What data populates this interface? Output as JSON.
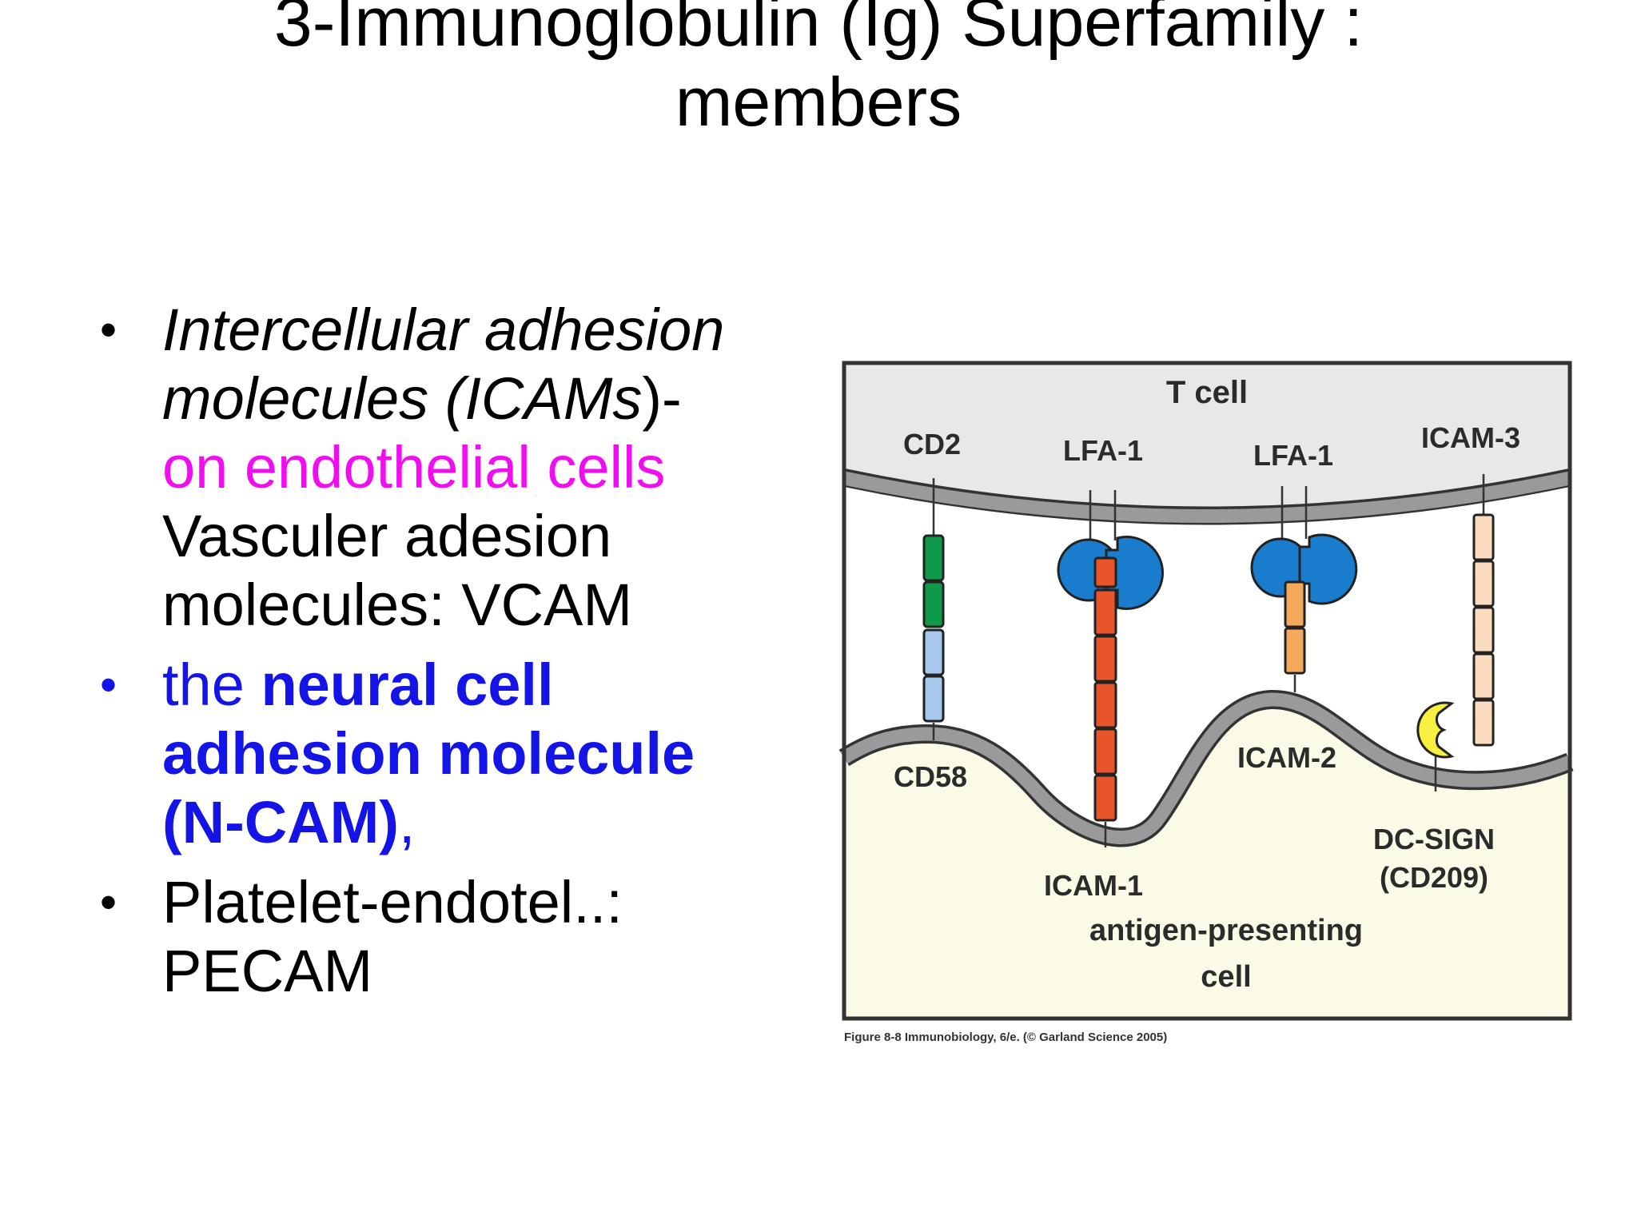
{
  "title": {
    "line1": "3-Immunoglobulin (Ig) Superfamily :",
    "line2": "members"
  },
  "bullets": {
    "b1": {
      "l1": "Intercellular adhesion",
      "l2a": "molecules (ICAMs",
      "l2b": ")-",
      "l3": "on endothelial cells",
      "l4": "Vasculer adesion",
      "l5": "molecules: VCAM"
    },
    "b2": {
      "l1a": "the ",
      "l1b": "neural cell",
      "l2": "adhesion molecule",
      "l3a": "(N-CAM)",
      "l3b": ","
    },
    "b3": {
      "l1": "Platelet-endotel..:",
      "l2": "PECAM"
    }
  },
  "diagram": {
    "t_cell": "T cell",
    "apc_line1": "antigen-presenting",
    "apc_line2": "cell",
    "cd2": "CD2",
    "lfa1_a": "LFA-1",
    "lfa1_b": "LFA-1",
    "icam3": "ICAM-3",
    "cd58": "CD58",
    "icam1": "ICAM-1",
    "icam2": "ICAM-2",
    "dcsign_line1": "DC-SIGN",
    "dcsign_line2": "(CD209)",
    "caption": "Figure 8-8  Immunobiology, 6/e. (© Garland Science 2005)"
  },
  "colors": {
    "title_text": "#000000",
    "magenta_text": "#f20cf2",
    "blue_text": "#1414e6",
    "t_cell_fill": "#e8e8e8",
    "apc_fill": "#fafae6",
    "membrane": "#9a9a9a",
    "cd2": "#0f9a4a",
    "cd58": "#a8c8ee",
    "lfa1": "#1a7ccc",
    "icam1": "#e8552a",
    "icam2": "#f5a95a",
    "icam3": "#fcdcc0",
    "dc_sign": "#f8f040"
  }
}
